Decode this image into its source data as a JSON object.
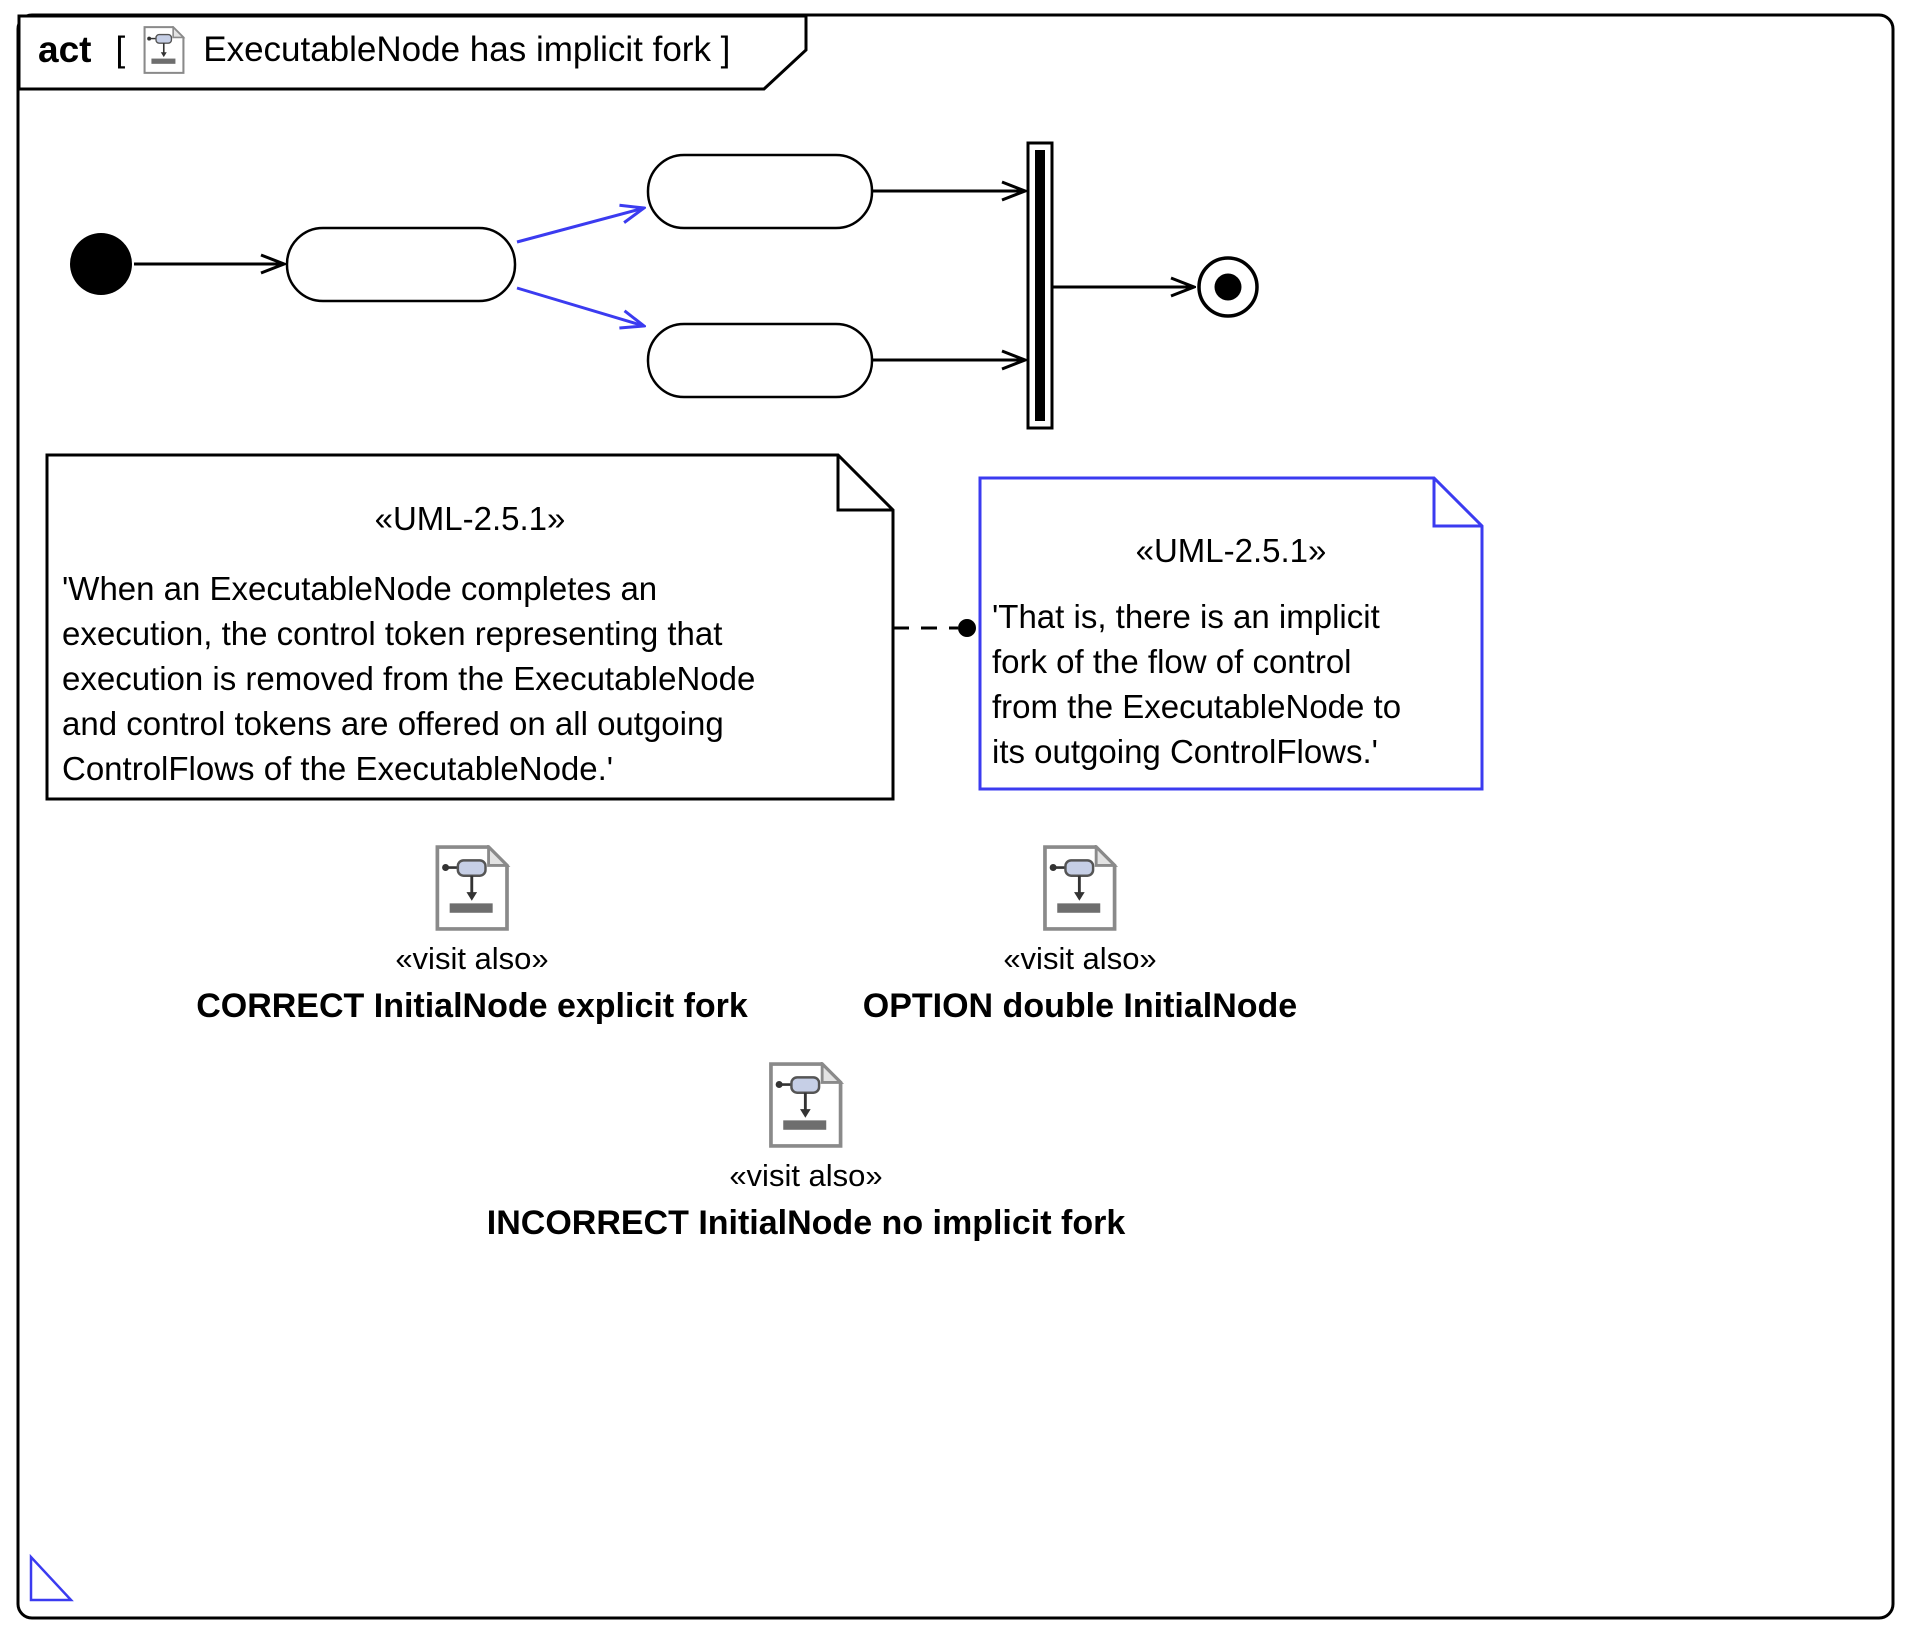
{
  "colors": {
    "edge_black": "#000000",
    "accent_blue": "#3b3bf0",
    "icon_gray": "#8a8a8a"
  },
  "frame": {
    "keyword": "act",
    "open_bracket": "[",
    "title": "ExecutableNode has implicit fork ]"
  },
  "notes": {
    "left": {
      "stereotype": "«UML-2.5.1»",
      "body": "'When an ExecutableNode completes an\nexecution, the control token representing that\nexecution is removed from the ExecutableNode\nand control tokens are offered on all outgoing\nControlFlows of the ExecutableNode.'"
    },
    "right": {
      "stereotype": "«UML-2.5.1»",
      "body": "'That is, there is an implicit\nfork of the flow of control\nfrom the ExecutableNode to\nits outgoing ControlFlows.'"
    }
  },
  "visit_also": [
    {
      "stereotype": "«visit also»",
      "label": "CORRECT InitialNode explicit fork"
    },
    {
      "stereotype": "«visit also»",
      "label": "OPTION double InitialNode"
    },
    {
      "stereotype": "«visit also»",
      "label": "INCORRECT InitialNode no implicit fork"
    }
  ]
}
